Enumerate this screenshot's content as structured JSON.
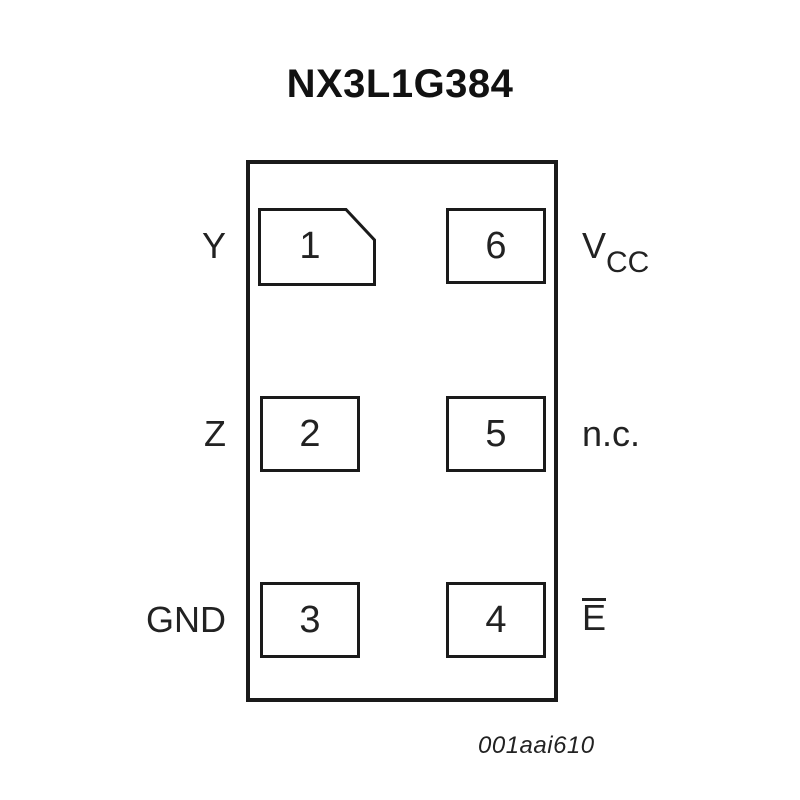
{
  "title": "NX3L1G384",
  "pins": [
    {
      "number": "1",
      "name": "Y"
    },
    {
      "number": "2",
      "name": "Z"
    },
    {
      "number": "3",
      "name": "GND"
    },
    {
      "number": "4",
      "name": "E"
    },
    {
      "number": "5",
      "name": "n.c."
    },
    {
      "number": "6",
      "name_main": "V",
      "name_sub": "CC"
    }
  ],
  "figure_id": "001aai610"
}
